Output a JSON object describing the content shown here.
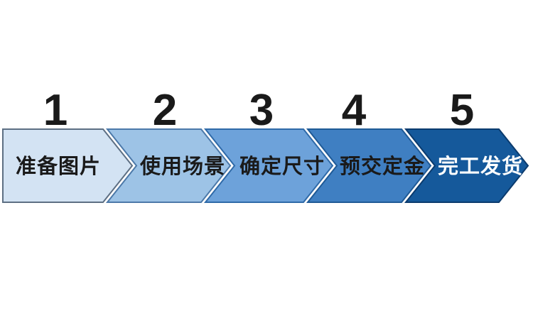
{
  "diagram": {
    "type": "process-flow-chevrons",
    "background_color": "#FFFFFF",
    "number_color": "#1A1A1A",
    "steps": [
      {
        "number": "1",
        "label": "准备图片",
        "fill": "#D3E3F3",
        "stroke": "#5D6F83",
        "text_color": "#1A1A1A"
      },
      {
        "number": "2",
        "label": "使用场景",
        "fill": "#9DC3E6",
        "stroke": "#4C79A9",
        "text_color": "#1A1A1A"
      },
      {
        "number": "3",
        "label": "确定尺寸",
        "fill": "#6DA2DA",
        "stroke": "#2F6AA8",
        "text_color": "#1A1A1A"
      },
      {
        "number": "4",
        "label": "预交定金",
        "fill": "#3F7FC2",
        "stroke": "#1F5A96",
        "text_color": "#1A1A1A"
      },
      {
        "number": "5",
        "label": "完工发货",
        "fill": "#15599B",
        "stroke": "#0B3B6E",
        "text_color": "#FFFFFF"
      }
    ]
  }
}
